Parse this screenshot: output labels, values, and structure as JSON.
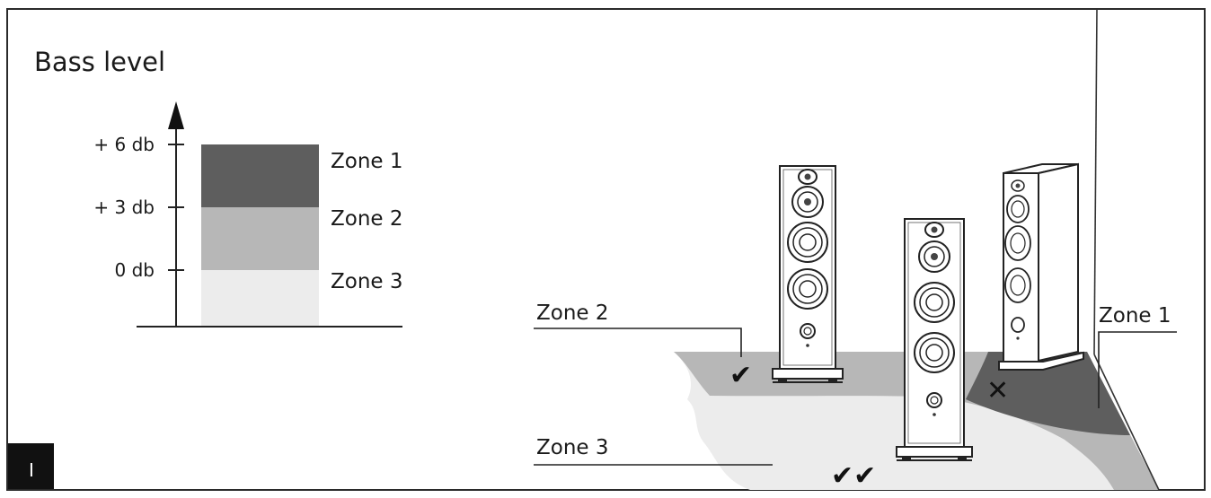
{
  "figure": {
    "number": "I"
  },
  "legend": {
    "title": "Bass level",
    "ticks": [
      "+ 6 db",
      "+ 3 db",
      "0 db"
    ],
    "zones": [
      {
        "label": "Zone 1",
        "color": "#5e5e5e"
      },
      {
        "label": "Zone 2",
        "color": "#b7b7b7"
      },
      {
        "label": "Zone 3",
        "color": "#ececec"
      }
    ]
  },
  "room": {
    "callouts": [
      "Zone 2",
      "Zone 3",
      "Zone 1"
    ],
    "marks": {
      "zone2": "✔",
      "zone3": "✔✔",
      "zone1": "✕"
    }
  }
}
